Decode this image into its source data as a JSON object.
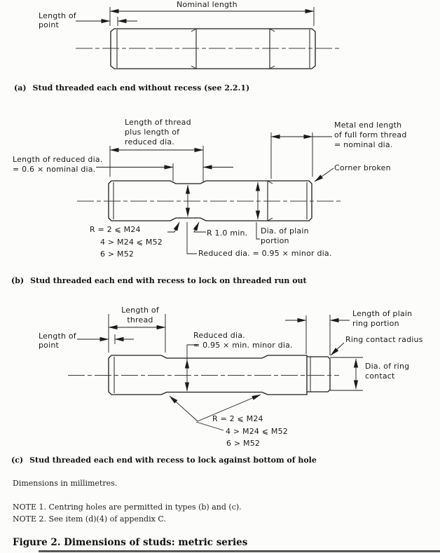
{
  "diagram_a": {
    "labels": {
      "nominal_length": "Nominal length",
      "length_of_point": "Length of\npoint"
    },
    "caption": {
      "tag": "(a)",
      "text": "Stud threaded each end without recess (see ",
      "ref": "2.2.1",
      "suffix": ")"
    }
  },
  "diagram_b": {
    "labels": {
      "thread_plus_reduced": "Length of thread\nplus length of\nreduced dia.",
      "metal_end": "Metal end length\nof full form thread\n= nominal dia.",
      "reduced_length": "Length of reduced dia.\n= 0.6 × nominal dia.",
      "corner_broken": "Corner broken",
      "r_lines": [
        "R = 2 ⩽ M24",
        "4 > M24 ⩽ M52",
        "6 > M52"
      ],
      "r_min": "R 1.0 min.",
      "dia_plain": "Dia. of plain\nportion",
      "reduced_dia": "Reduced dia. = 0.95 × minor dia."
    },
    "caption": {
      "tag": "(b)",
      "text": "Stud threaded each end with recess to lock on threaded run out"
    }
  },
  "diagram_c": {
    "labels": {
      "length_of_thread": "Length of\nthread",
      "length_of_point": "Length of\npoint",
      "reduced_dia": "Reduced dia.\n= 0.95 × min. minor dia.",
      "ring_portion": "Length of plain\nring portion",
      "ring_radius": "Ring contact radius",
      "dia_ring": "Dia. of ring\ncontact",
      "r_lines": [
        "R = 2 ⩽ M24",
        "4 > M24 ⩽ M52",
        "6 > M52"
      ]
    },
    "caption": {
      "tag": "(c)",
      "text": "Stud threaded each end with recess to lock against bottom of hole"
    }
  },
  "footer": {
    "dimensions_note": "Dimensions in millimetres.",
    "note1": "NOTE 1. Centring holes are permitted in types (b) and (c).",
    "note2": "NOTE 2. See item (d)(4) of appendix C.",
    "figure_title": "Figure 2. Dimensions of studs: metric series"
  },
  "colors": {
    "ink": "#1b1b1b",
    "paper": "#fcfcfa"
  }
}
